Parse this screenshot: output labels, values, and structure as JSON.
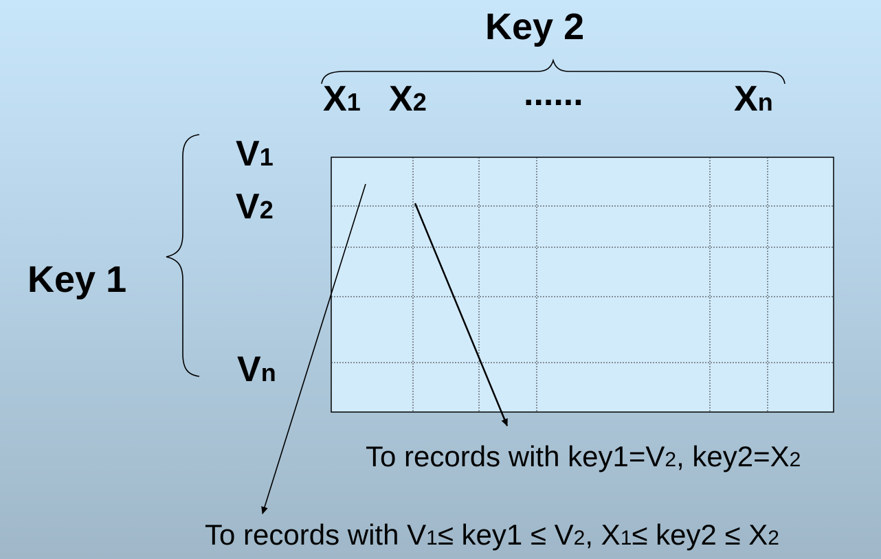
{
  "key2_label": "Key 2",
  "key1_label": "Key 1",
  "columns": [
    {
      "base": "X",
      "sub": "1"
    },
    {
      "base": "X",
      "sub": "2"
    },
    {
      "text": "......"
    },
    {
      "base": "X",
      "sub": "n"
    }
  ],
  "rows": [
    {
      "base": "V",
      "sub": "1"
    },
    {
      "base": "V",
      "sub": "2"
    },
    {
      "base": "V",
      "sub": "n"
    }
  ],
  "caption_top": {
    "p1": "To records with key1=V",
    "s1": "2",
    "p2": ", key2=X",
    "s2": "2"
  },
  "caption_bottom": {
    "p1": "To records with V",
    "s1": "1",
    "p2": "≤ key1 ≤ V",
    "s2": "2",
    "p3": ", X",
    "s3": "1",
    "p4": "≤ key2 ≤ X",
    "s4": "2"
  }
}
